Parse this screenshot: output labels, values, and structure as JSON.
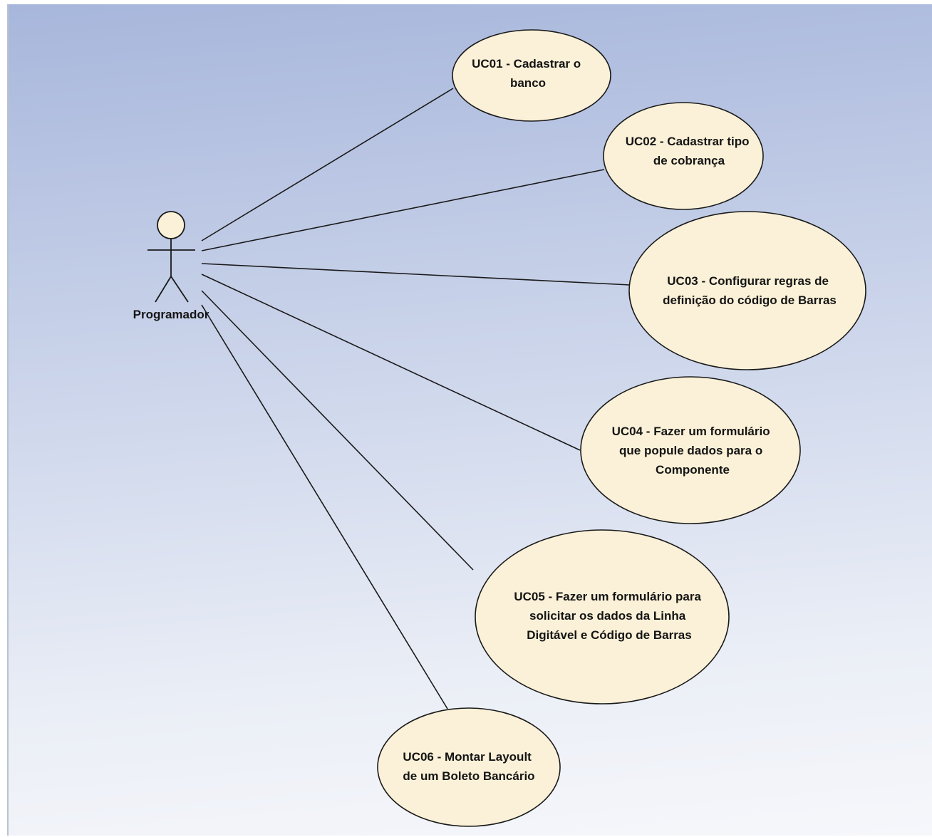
{
  "diagram": {
    "actor": {
      "name": "Programador",
      "icon": "stick-figure-actor-icon"
    },
    "use_cases": [
      {
        "id": "uc01",
        "lines": [
          "UC01 - Cadastrar o",
          "banco"
        ]
      },
      {
        "id": "uc02",
        "lines": [
          "UC02 - Cadastrar tipo",
          "de cobrança"
        ]
      },
      {
        "id": "uc03",
        "lines": [
          "UC03 - Configurar regras de",
          "definição do código de Barras"
        ]
      },
      {
        "id": "uc04",
        "lines": [
          "UC04 - Fazer um formulário",
          "que popule dados para o",
          "Componente"
        ]
      },
      {
        "id": "uc05",
        "lines": [
          "UC05 - Fazer um formulário para",
          "solicitar os dados da Linha",
          "Digitável e Código de Barras"
        ]
      },
      {
        "id": "uc06",
        "lines": [
          "UC06 - Montar Layoult",
          "de um Boleto Bancário"
        ]
      }
    ],
    "colors": {
      "ellipse_fill": "#fbf1d8",
      "stroke": "#1a1a1a",
      "background_top": "#a7b6db",
      "background_bottom": "#f6f7fb"
    }
  }
}
